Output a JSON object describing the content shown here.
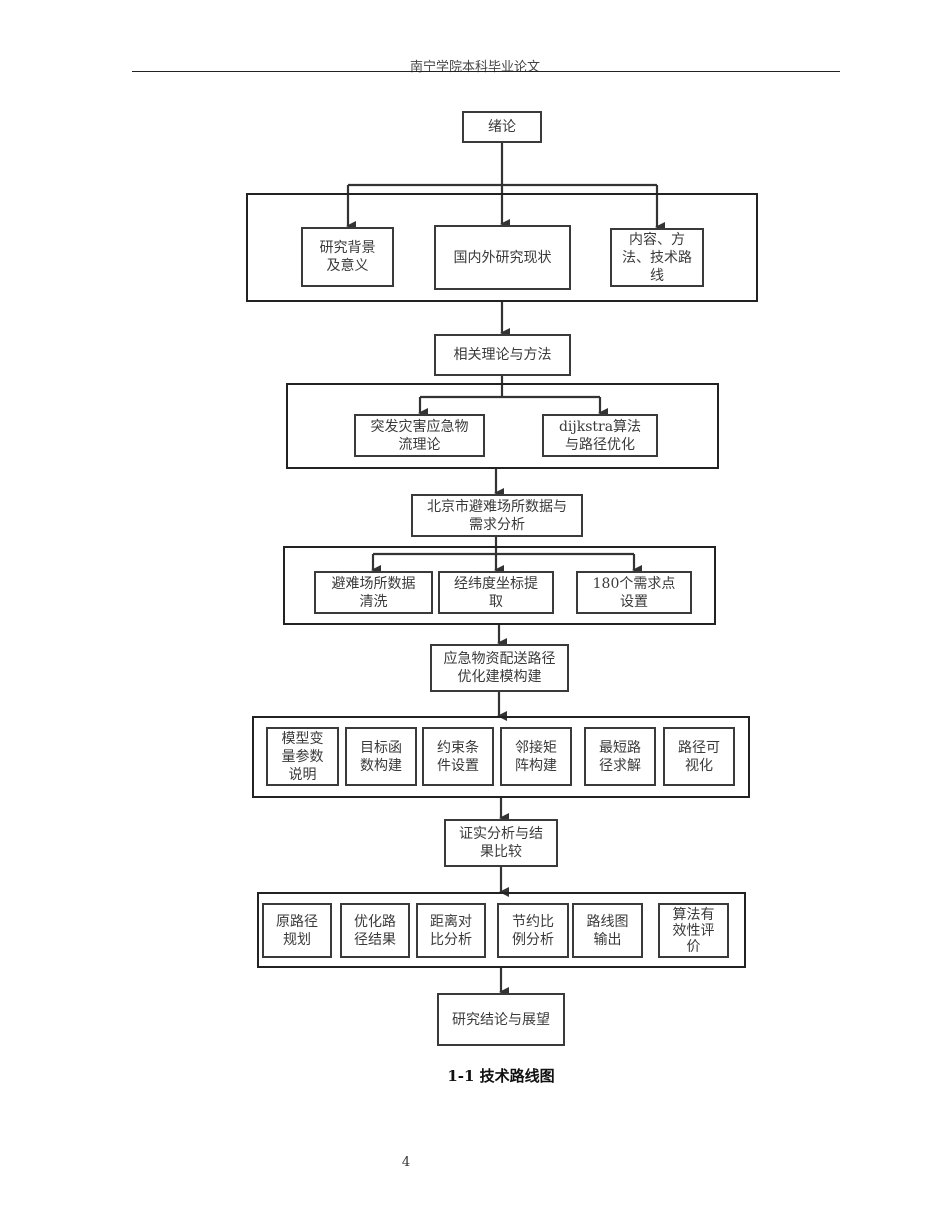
{
  "header": {
    "title": "南宁学院本科毕业论文"
  },
  "flowchart": {
    "start": "绪论",
    "intro_group": [
      "研究背景及意义",
      "国内外研究现状",
      "内容、方法、技术路线"
    ],
    "theory": "相关理论与方法",
    "theory_group": [
      "突发灾害应急物流理论",
      "dijkstra算法与路径优化"
    ],
    "data_analysis": "北京市避难场所数据与需求分析",
    "data_group": [
      "避难场所数据清洗",
      "经纬度坐标提取",
      "180个需求点设置"
    ],
    "modeling": "应急物资配送路径优化建模构建",
    "model_group": [
      "模型变量参数说明",
      "目标函数构建",
      "约束条件设置",
      "邻接矩阵构建",
      "最短路径求解",
      "路径可视化"
    ],
    "empirical": "证实分析与结果比较",
    "result_group": [
      "原路径规划",
      "优化路径结果",
      "距离对比分析",
      "节约比例分析",
      "路线图输出",
      "算法有效性评价"
    ],
    "end": "研究结论与展望"
  },
  "caption": "1-1 技术路线图",
  "page_number": "4"
}
